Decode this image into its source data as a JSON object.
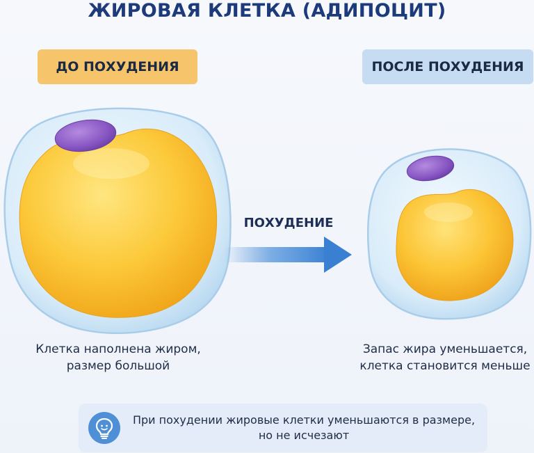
{
  "title": "ЖИРОВАЯ КЛЕТКА (АДИПОЦИТ)",
  "before": {
    "label": "ДО ПОХУДЕНИЯ",
    "caption_line1": "Клетка наполнена жиром,",
    "caption_line2": "размер большой"
  },
  "after": {
    "label": "ПОСЛЕ ПОХУДЕНИЯ",
    "caption_line1": "Запас жира уменьшается,",
    "caption_line2": "клетка становится меньше"
  },
  "arrow": {
    "label": "ПОХУДЕНИЕ"
  },
  "note": {
    "line1": "При похудении жировые клетки уменьшаются в размере,",
    "line2": "но не исчезают",
    "icon": "lightbulb-icon"
  },
  "colors": {
    "fat": "#f7b928",
    "nucleus": "#8a5bc0",
    "membrane": "#cfe6f7",
    "arrow": "#3f86d6",
    "title": "#1d3b7a"
  }
}
